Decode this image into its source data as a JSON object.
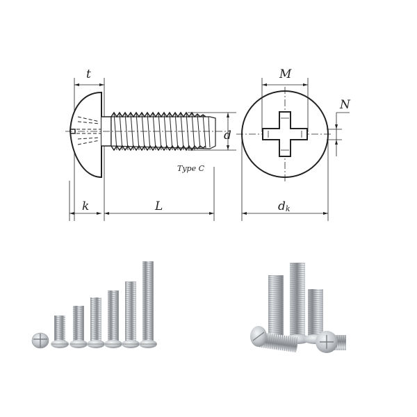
{
  "diagram": {
    "title": "Pan head Phillips machine screw dimension drawing",
    "side_view": {
      "labels": {
        "t": "t",
        "k": "k",
        "L": "L",
        "d": "d",
        "type": "Type C"
      }
    },
    "head_view": {
      "labels": {
        "M": "M",
        "N": "N",
        "dk_main": "d",
        "dk_sub": "k"
      }
    }
  },
  "photos": {
    "left": {
      "description": "Six pan head screws of increasing length plus one loose head",
      "count": 7
    },
    "right": {
      "description": "Group of five pan head screws, some lying down"
    }
  },
  "colors": {
    "line": "#222222",
    "metal_light": "#e4e6e8",
    "metal_mid": "#b8bcc0",
    "metal_dark": "#8a8e92"
  }
}
